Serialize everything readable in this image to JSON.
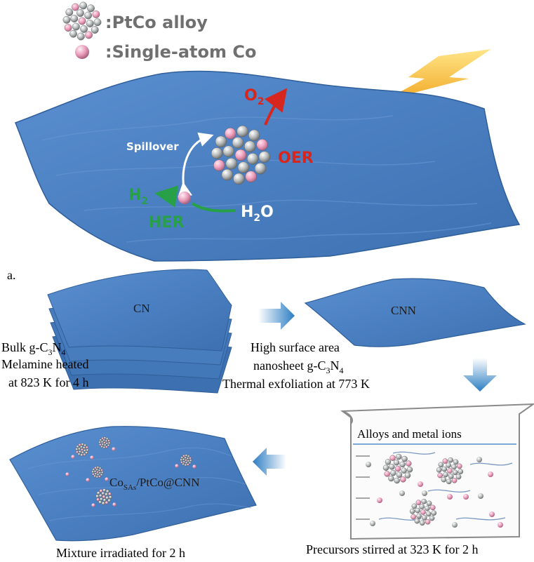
{
  "legend": {
    "alloy_label": ":PtCo alloy",
    "single_atom_label": ":Single-atom Co"
  },
  "top_panel": {
    "o2": "O",
    "o2_sub": "2",
    "oer": "OER",
    "spillover": "Spillover",
    "h2": "H",
    "h2_sub": "2",
    "her": "HER",
    "h2o_h": "H",
    "h2o_sub": "2",
    "h2o_o": "O"
  },
  "panel_label": "a.",
  "sheets": {
    "cn": "CN",
    "cnn": "CNN"
  },
  "captions": {
    "bulk_1a": "Bulk g-C",
    "bulk_1s1": "3",
    "bulk_1b": "N",
    "bulk_1s2": "4",
    "bulk_2": "Melamine heated",
    "bulk_3": "at 823 K for 4 h",
    "nano_1": "High surface area",
    "nano_2a": "nanosheet g-C",
    "nano_2s1": "3",
    "nano_2b": "N",
    "nano_2s2": "4",
    "nano_3": "Thermal exfoliation at 773 K",
    "beaker_title": "Alloys and metal ions",
    "precursor": "Precursors stirred at 323 K for 2 h",
    "product_a": "Co",
    "product_sub": "SAs",
    "product_b": "/PtCo@CNN",
    "mixture": "Mixture irradiated for 2 h"
  },
  "colors": {
    "sheet_blue": "#4a7fc1",
    "sheet_dark": "#2f5f9a",
    "oer_red": "#d7261e",
    "her_green": "#27a048",
    "co_pink": "#f2a6c3",
    "pt_gray": "#b8bcbc",
    "arrow_blue": "#3a86c8",
    "lightning": "#f4b51a"
  }
}
